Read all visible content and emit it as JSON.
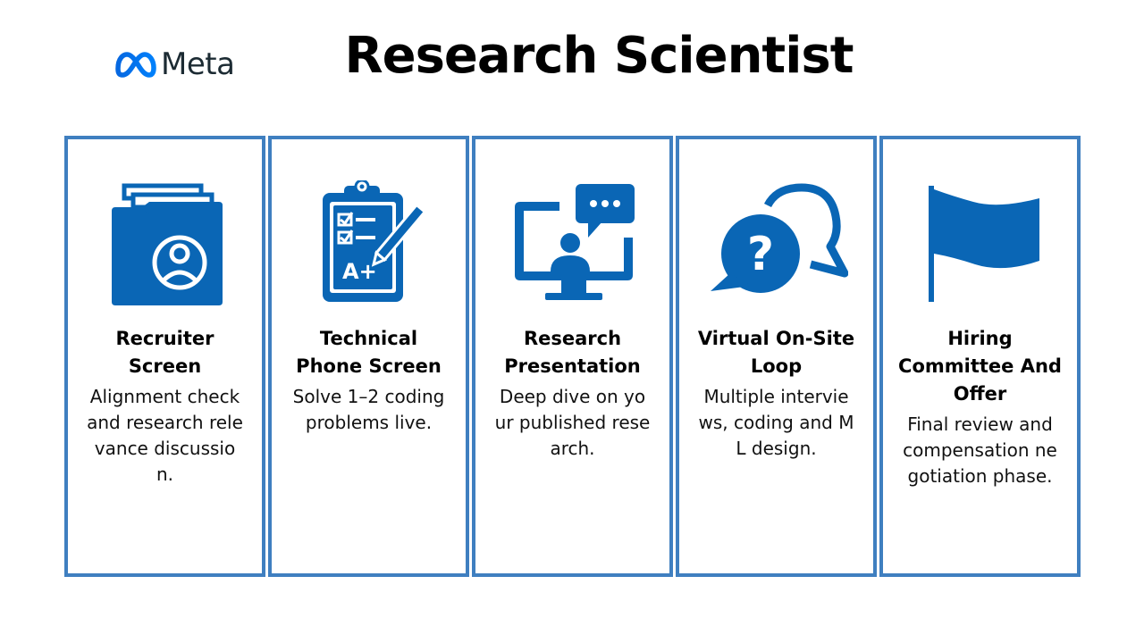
{
  "brand": {
    "logo_text": "Meta",
    "accent_color": "#0a66b5",
    "border_color": "#3f7fc0"
  },
  "header": {
    "title": "Research Scientist"
  },
  "steps": [
    {
      "icon": "folder-user-icon",
      "title": "Recruiter Screen",
      "description": "Alignment check and research relevance discussion."
    },
    {
      "icon": "clipboard-checklist-icon",
      "title": "Technical Phone Screen",
      "description": "Solve 1–2 coding problems live."
    },
    {
      "icon": "presentation-monitor-icon",
      "title": "Research Presentation",
      "description": "Deep dive on your published research."
    },
    {
      "icon": "question-chat-icon",
      "title": "Virtual On-Site Loop",
      "description": "Multiple interviews, coding and ML design."
    },
    {
      "icon": "flag-icon",
      "title": "Hiring Committee And Offer",
      "description": "Final review and compensation negotiation phase."
    }
  ]
}
